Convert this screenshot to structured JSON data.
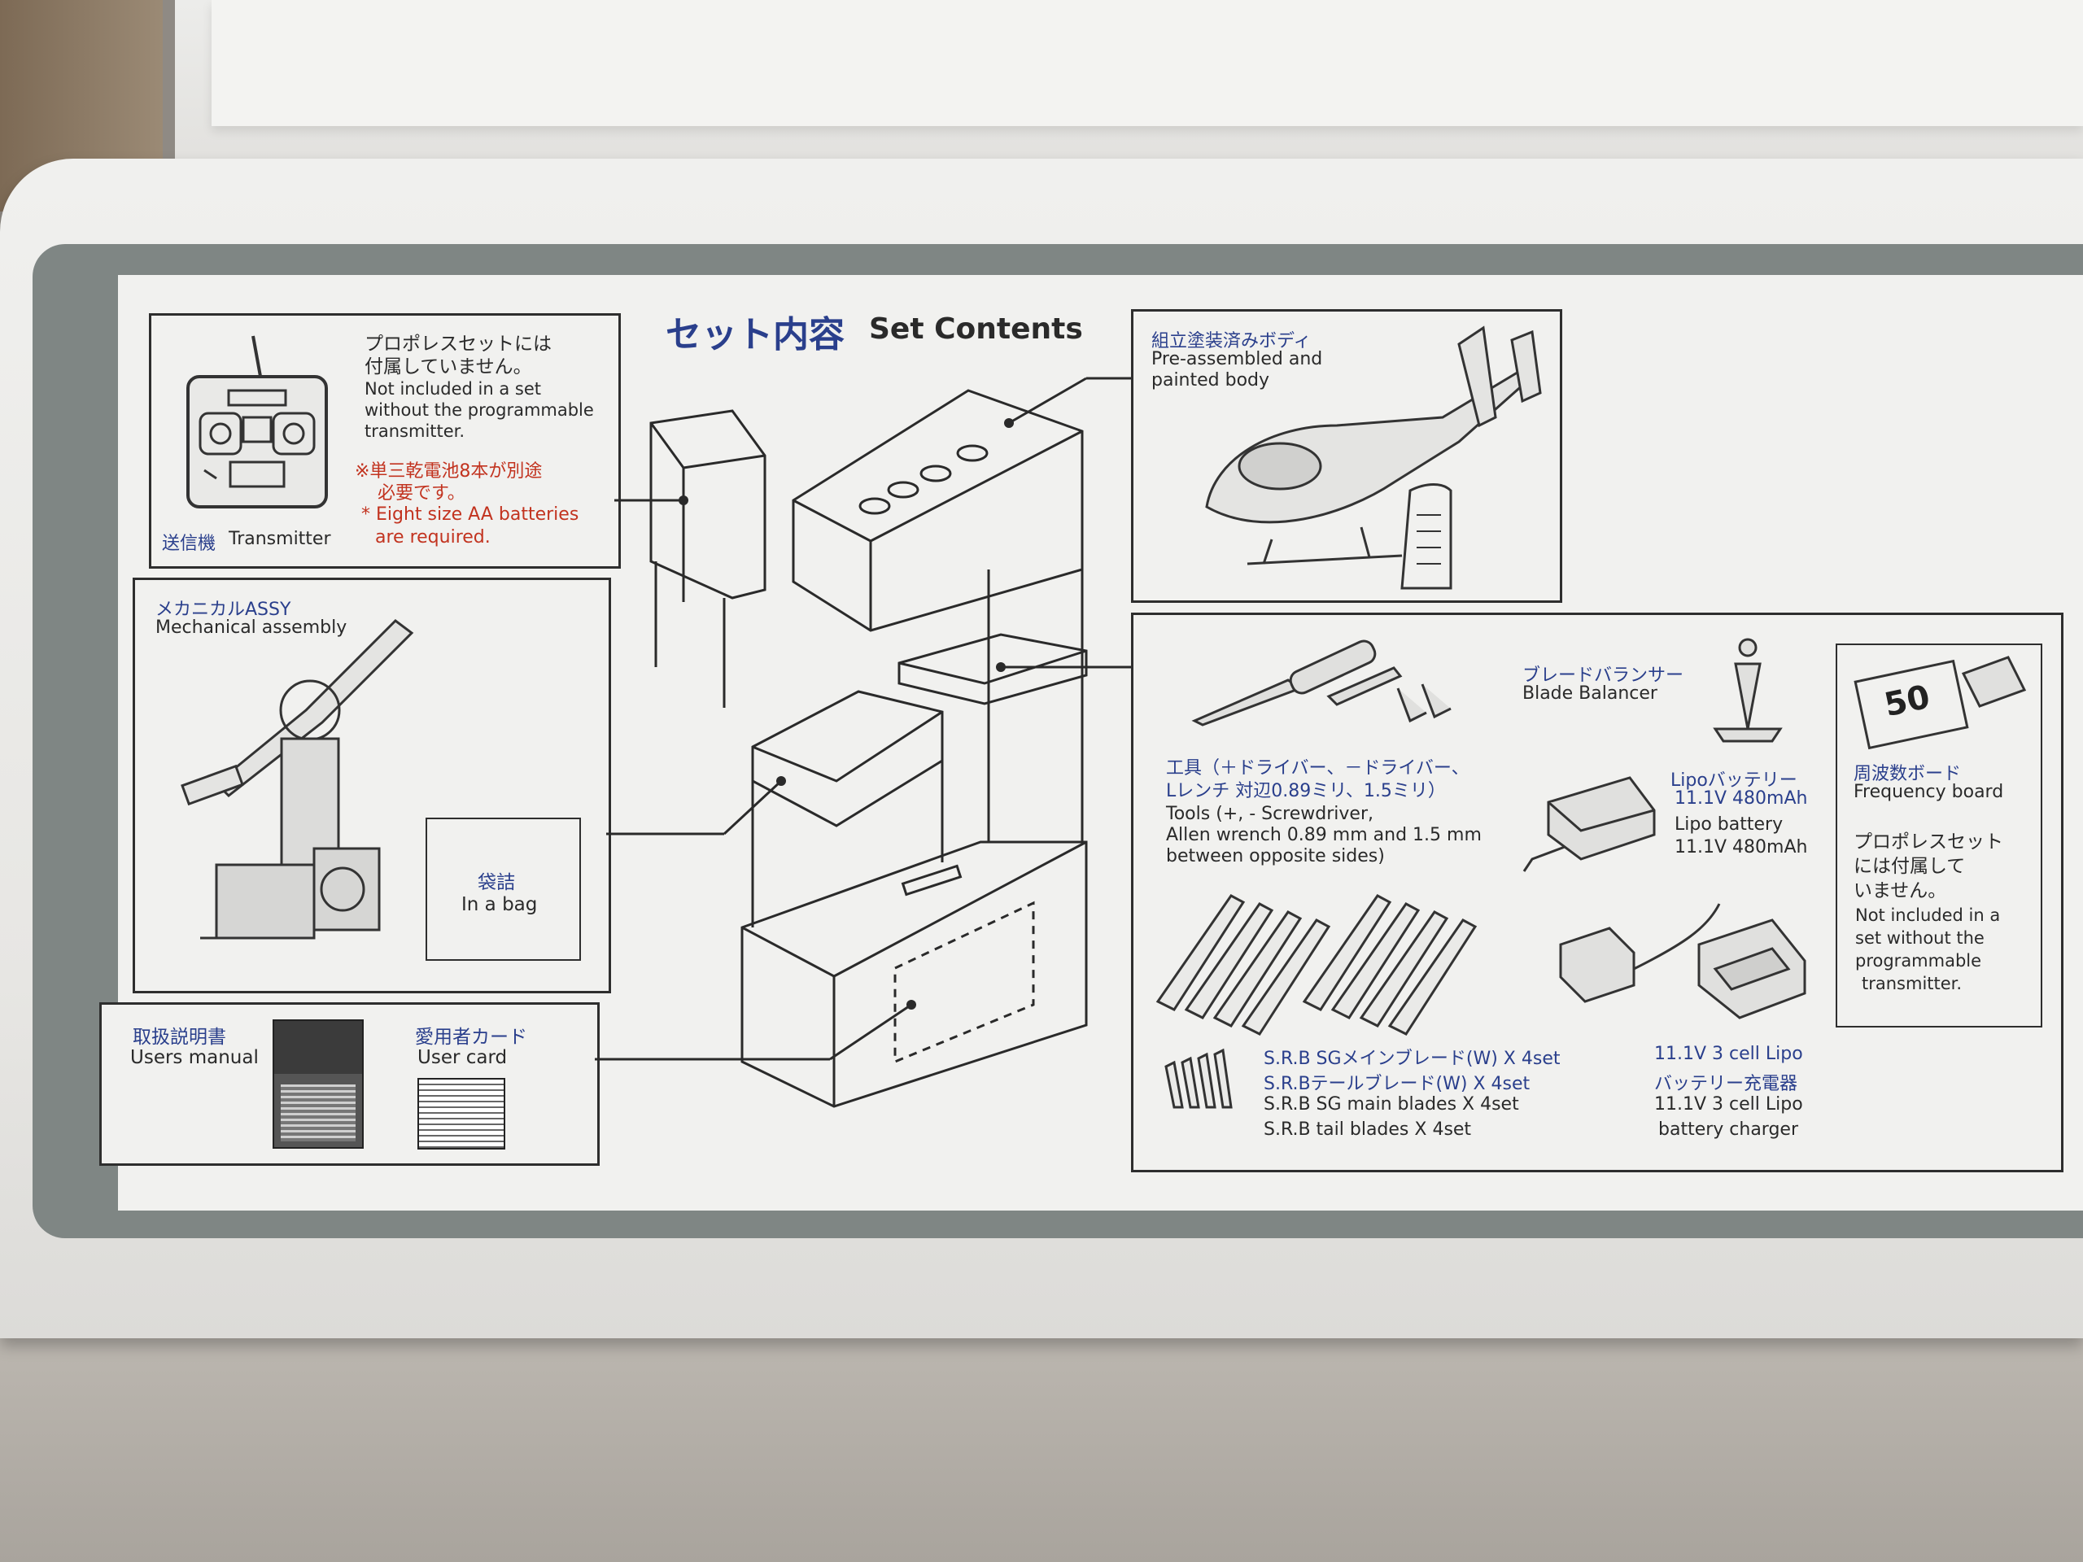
{
  "header": {
    "title_jp": "セット内容",
    "title_en": "Set Contents"
  },
  "transmitter": {
    "not_included_jp_1": "プロポレスセットには",
    "not_included_jp_2": "付属していません。",
    "not_included_en_1": "Not included in a set",
    "not_included_en_2": "without the programmable",
    "not_included_en_3": "transmitter.",
    "batteries_jp_1": "※単三乾電池8本が別途",
    "batteries_jp_2": "必要です。",
    "batteries_en_1": "* Eight size AA batteries",
    "batteries_en_2": "are required.",
    "label_jp": "送信機",
    "label_en": "Transmitter"
  },
  "mechanical": {
    "label_jp": "メカニカルASSY",
    "label_en": "Mechanical assembly",
    "bag_jp": "袋詰",
    "bag_en": "In a bag"
  },
  "manual": {
    "label_jp": "取扱説明書",
    "label_en": "Users manual",
    "card_jp": "愛用者カード",
    "card_en": "User card"
  },
  "body": {
    "label_jp": "組立塗装済みボディ",
    "label_en_1": "Pre-assembled and",
    "label_en_2": "painted body"
  },
  "accessories": {
    "balancer_jp": "ブレードバランサー",
    "balancer_en": "Blade Balancer",
    "tools_jp_1": "工具（＋ドライバー、－ドライバー、",
    "tools_jp_2": "Lレンチ 対辺0.89ミリ、1.5ミリ）",
    "tools_en_1": "Tools (+, - Screwdriver,",
    "tools_en_2": "Allen wrench 0.89 mm and 1.5 mm",
    "tools_en_3": "between opposite sides)",
    "lipo_jp_1": "Lipoバッテリー",
    "lipo_jp_2": "11.1V 480mAh",
    "lipo_en_1": "Lipo battery",
    "lipo_en_2": "11.1V 480mAh",
    "blades_jp_1": "S.R.B SGメインブレード(W) X 4set",
    "blades_jp_2": "S.R.Bテールブレード(W) X 4set",
    "blades_en_1": "S.R.B SG main blades X 4set",
    "blades_en_2": "S.R.B tail blades X 4set",
    "charger_jp_1": "11.1V 3 cell Lipo",
    "charger_jp_2": "バッテリー充電器",
    "charger_en_1": "11.1V 3 cell Lipo",
    "charger_en_2": "battery charger"
  },
  "frequency": {
    "label_jp": "周波数ボード",
    "label_en": "Frequency board",
    "board_number": "50",
    "not_included_jp_1": "プロポレスセット",
    "not_included_jp_2": "には付属して",
    "not_included_jp_3": "いません。",
    "not_included_en_1": "Not included in a",
    "not_included_en_2": "set without the",
    "not_included_en_3": "programmable",
    "not_included_en_4": "transmitter."
  },
  "colors": {
    "jp_text": "#2a3f8c",
    "red_text": "#c2331f",
    "panel_border": "#7f8684"
  }
}
